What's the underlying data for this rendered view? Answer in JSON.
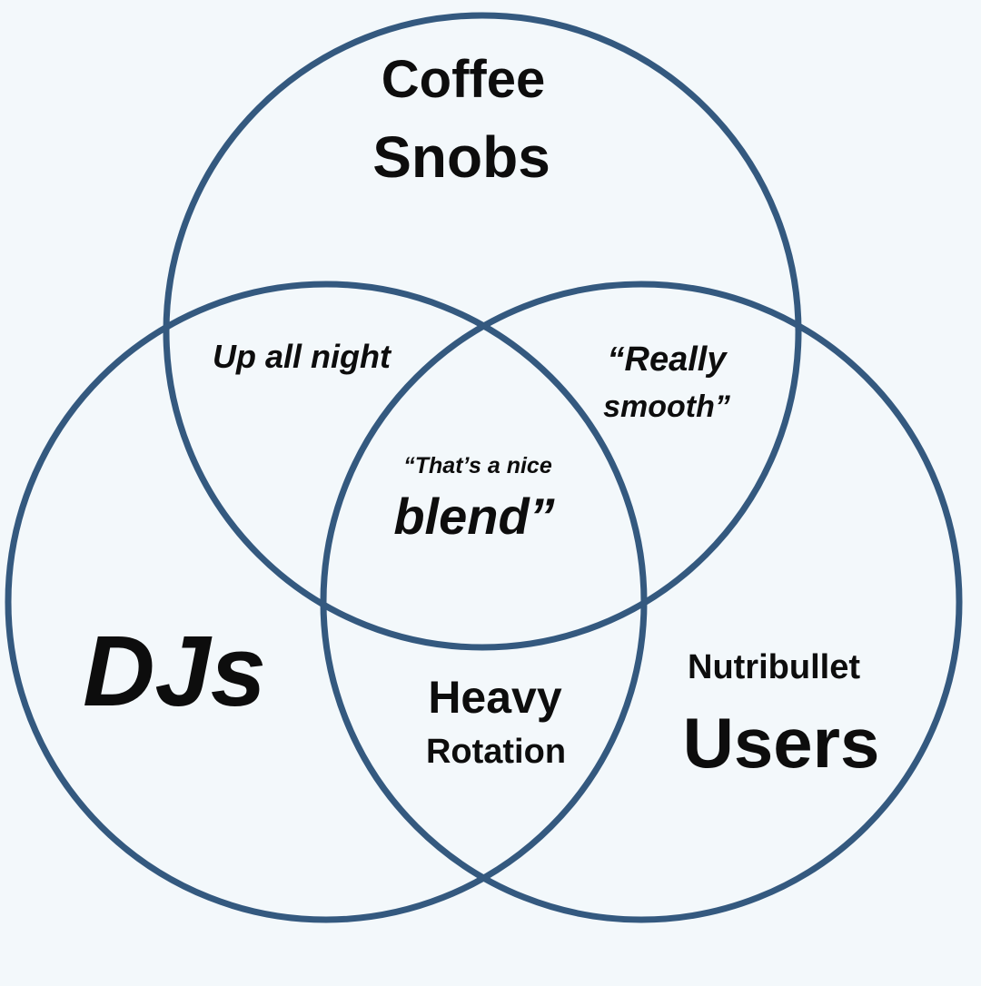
{
  "diagram": {
    "type": "venn",
    "sets": [
      {
        "id": "coffee",
        "label_lines": [
          "Coffee",
          "Snobs"
        ]
      },
      {
        "id": "djs",
        "label_lines": [
          "DJs"
        ]
      },
      {
        "id": "nutribullet",
        "label_lines": [
          "Nutribullet",
          "Users"
        ]
      }
    ],
    "intersections": [
      {
        "sets": [
          "coffee",
          "djs"
        ],
        "label_lines": [
          "Up all night"
        ]
      },
      {
        "sets": [
          "coffee",
          "nutribullet"
        ],
        "label_lines": [
          "“Really",
          "smooth”"
        ]
      },
      {
        "sets": [
          "djs",
          "nutribullet"
        ],
        "label_lines": [
          "Heavy",
          "Rotation"
        ]
      },
      {
        "sets": [
          "coffee",
          "djs",
          "nutribullet"
        ],
        "label_lines": [
          "“That’s a nice",
          "blend”"
        ]
      }
    ],
    "colors": {
      "ring": "#34597f",
      "background": "#f3f8fb",
      "text": "#0d0d0d"
    }
  }
}
